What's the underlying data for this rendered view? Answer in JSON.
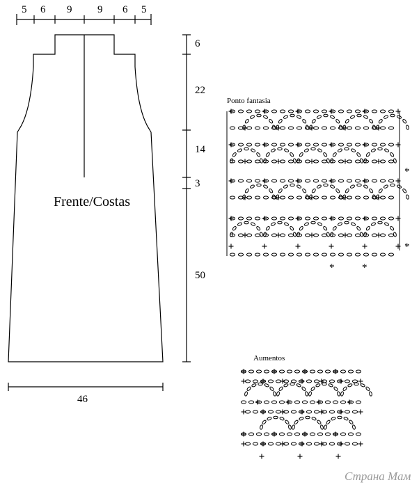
{
  "garment": {
    "label": "Frente/Costas",
    "top_widths": [
      "5",
      "6",
      "9",
      "9",
      "6",
      "5"
    ],
    "heights": [
      "6",
      "22",
      "14",
      "3",
      "50"
    ],
    "bottom_width": "46"
  },
  "chart_main": {
    "title": "Ponto fantasia",
    "marker": "*"
  },
  "chart_increase": {
    "title": "Aumentos"
  },
  "watermark": "Страна Мам"
}
